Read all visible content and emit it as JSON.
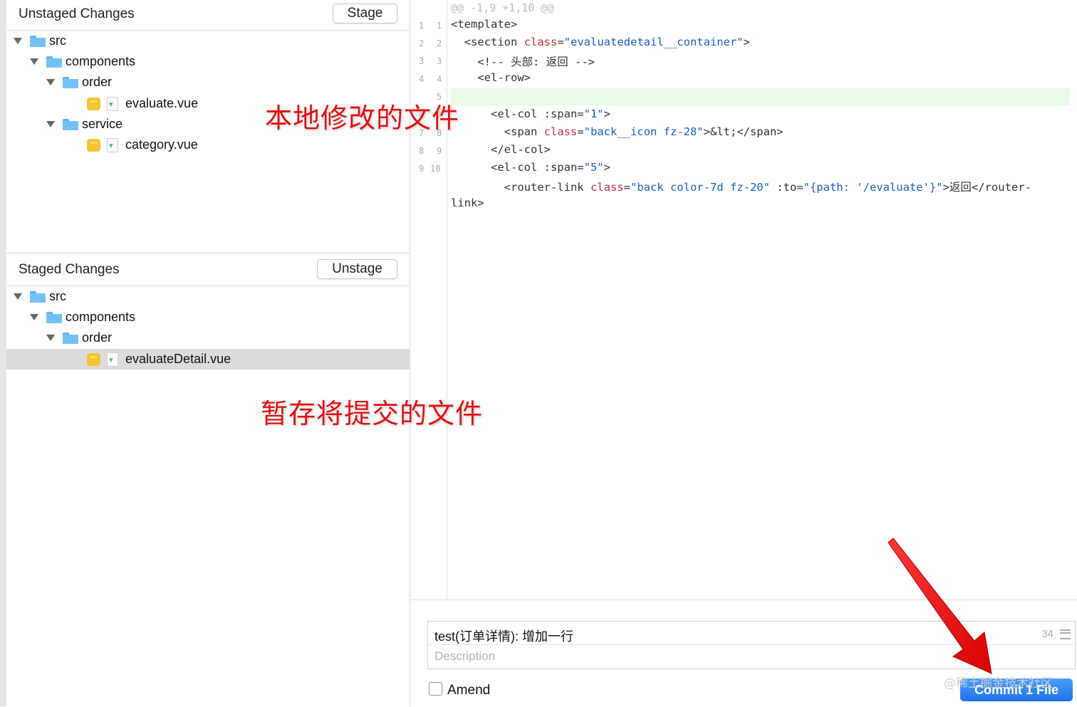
{
  "unstaged": {
    "title": "Unstaged Changes",
    "button": "Stage",
    "tree": [
      {
        "label": "src",
        "level": 0,
        "kind": "folder"
      },
      {
        "label": "components",
        "level": 1,
        "kind": "folder"
      },
      {
        "label": "order",
        "level": 2,
        "kind": "folder"
      },
      {
        "label": "evaluate.vue",
        "level": 3,
        "kind": "file"
      },
      {
        "label": "service",
        "level": 2,
        "kind": "folder"
      },
      {
        "label": "category.vue",
        "level": 3,
        "kind": "file"
      }
    ]
  },
  "staged": {
    "title": "Staged Changes",
    "button": "Unstage",
    "tree": [
      {
        "label": "src",
        "level": 0,
        "kind": "folder"
      },
      {
        "label": "components",
        "level": 1,
        "kind": "folder"
      },
      {
        "label": "order",
        "level": 2,
        "kind": "folder"
      },
      {
        "label": "evaluateDetail.vue",
        "level": 3,
        "kind": "file",
        "selected": true
      }
    ]
  },
  "annotations": {
    "unstaged_note": "本地修改的文件",
    "staged_note": "暂存将提交的文件"
  },
  "diff": {
    "hunk_header": "@@ -1,9 +1,10 @@",
    "gutter": [
      {
        "old": "1",
        "new": "1"
      },
      {
        "old": "2",
        "new": "2"
      },
      {
        "old": "3",
        "new": "3"
      },
      {
        "old": "4",
        "new": "4"
      },
      {
        "old": "",
        "new": "5"
      },
      {
        "old": "6",
        "new": "7"
      },
      {
        "old": "7",
        "new": "8"
      },
      {
        "old": "8",
        "new": "9"
      },
      {
        "old": "9",
        "new": "10"
      }
    ],
    "lines": [
      [
        {
          "t": "<template>",
          "c": ""
        }
      ],
      [
        {
          "t": "  <section ",
          "c": ""
        },
        {
          "t": "class",
          "c": "attr"
        },
        {
          "t": "=",
          "c": ""
        },
        {
          "t": "\"evaluatedetail__container\"",
          "c": "str"
        },
        {
          "t": ">",
          "c": ""
        }
      ],
      [
        {
          "t": "    <!-- 头部: 返回 -->",
          "c": ""
        }
      ],
      [
        {
          "t": "    <el-row>",
          "c": ""
        }
      ],
      [
        {
          "t": "",
          "c": ""
        }
      ],
      [
        {
          "t": "      <el-col :span=",
          "c": ""
        },
        {
          "t": "\"1\"",
          "c": "str"
        },
        {
          "t": ">",
          "c": ""
        }
      ],
      [
        {
          "t": "        <span ",
          "c": ""
        },
        {
          "t": "class",
          "c": "attr"
        },
        {
          "t": "=",
          "c": ""
        },
        {
          "t": "\"back__icon fz-28\"",
          "c": "str"
        },
        {
          "t": ">&lt;</span>",
          "c": ""
        }
      ],
      [
        {
          "t": "      </el-col>",
          "c": ""
        }
      ],
      [
        {
          "t": "      <el-col :span=",
          "c": ""
        },
        {
          "t": "\"5\"",
          "c": "str"
        },
        {
          "t": ">",
          "c": ""
        }
      ],
      [
        {
          "t": "        <router-link ",
          "c": ""
        },
        {
          "t": "class",
          "c": "attr"
        },
        {
          "t": "=",
          "c": ""
        },
        {
          "t": "\"back color-7d fz-20\"",
          "c": "str"
        },
        {
          "t": " :to=",
          "c": ""
        },
        {
          "t": "\"{path: '/evaluate'}\"",
          "c": "str"
        },
        {
          "t": ">返回</router-",
          "c": ""
        }
      ],
      [
        {
          "t": "link>",
          "c": ""
        }
      ]
    ],
    "colors": {
      "attr": "#c0303a",
      "str": "#1a5cc6",
      "added": "#e8fbe7"
    }
  },
  "commit": {
    "message": "test(订单详情): 增加一行",
    "char_count": "34",
    "description_placeholder": "Description",
    "amend_label": "Amend",
    "amend_checked": false,
    "button": "Commit 1 File",
    "watermark": "@稀土掘金技术社区"
  }
}
